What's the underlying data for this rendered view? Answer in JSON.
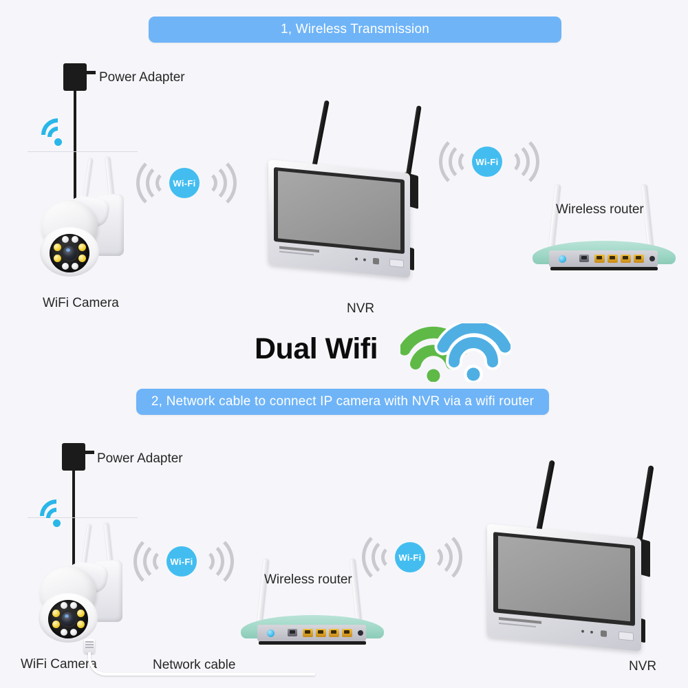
{
  "page": {
    "background_color": "#f6f6fa",
    "banner_color": "#6fb4f7",
    "accent_blue": "#43bdf0",
    "accent_green": "#5fb947",
    "wifi_glyph_color": "#29b6e8"
  },
  "sections": [
    {
      "id": "section-1",
      "banner": "1, Wireless Transmission",
      "labels": {
        "power_adapter": "Power Adapter",
        "camera": "WiFi Camera",
        "nvr": "NVR",
        "router": "Wireless router"
      },
      "wifi_badges": [
        "Wi-Fi",
        "Wi-Fi"
      ]
    },
    {
      "id": "section-2",
      "banner": "2, Network cable to connect IP camera with NVR via a wifi router",
      "labels": {
        "power_adapter": "Power Adapter",
        "camera": "WiFi Camera",
        "router": "Wireless router",
        "nvr": "NVR",
        "network_cable": "Network cable"
      },
      "wifi_badges": [
        "Wi-Fi",
        "Wi-Fi"
      ]
    }
  ],
  "middle": {
    "headline": "Dual Wifi",
    "logo_colors": {
      "green": "#5fb947",
      "blue": "#4fafe3"
    }
  }
}
